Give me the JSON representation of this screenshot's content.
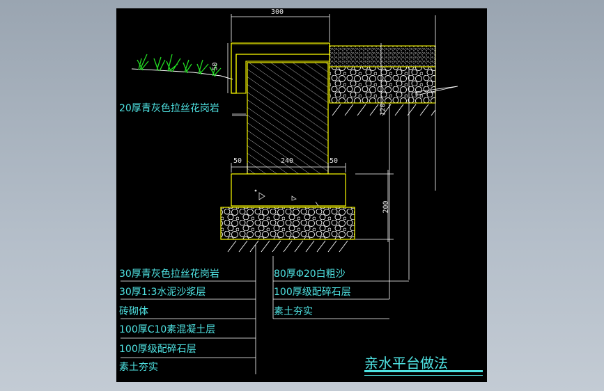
{
  "dimensions": {
    "top_width": "300",
    "slab_height": "50",
    "left_offset": "50",
    "wall_width": "240",
    "right_offset": "50",
    "right_height": "120",
    "base_height": "200"
  },
  "labels_left": [
    "30厚青灰色拉丝花岗岩",
    "30厚1:3水泥沙浆层",
    "砖砌体",
    "100厚C10素混凝土层",
    "100厚级配碎石层",
    "素土夯实"
  ],
  "labels_right": [
    "80厚Φ20白粗沙",
    "100厚级配碎石层",
    "素土夯实"
  ],
  "label_upper": "20厚青灰色拉丝花岗岩",
  "title": "亲水平台做法",
  "colors": {
    "background": "#000000",
    "outline": "#ffff00",
    "text": "#4fe3e3",
    "lines": "#ffffff",
    "grass": "#22dd22"
  }
}
